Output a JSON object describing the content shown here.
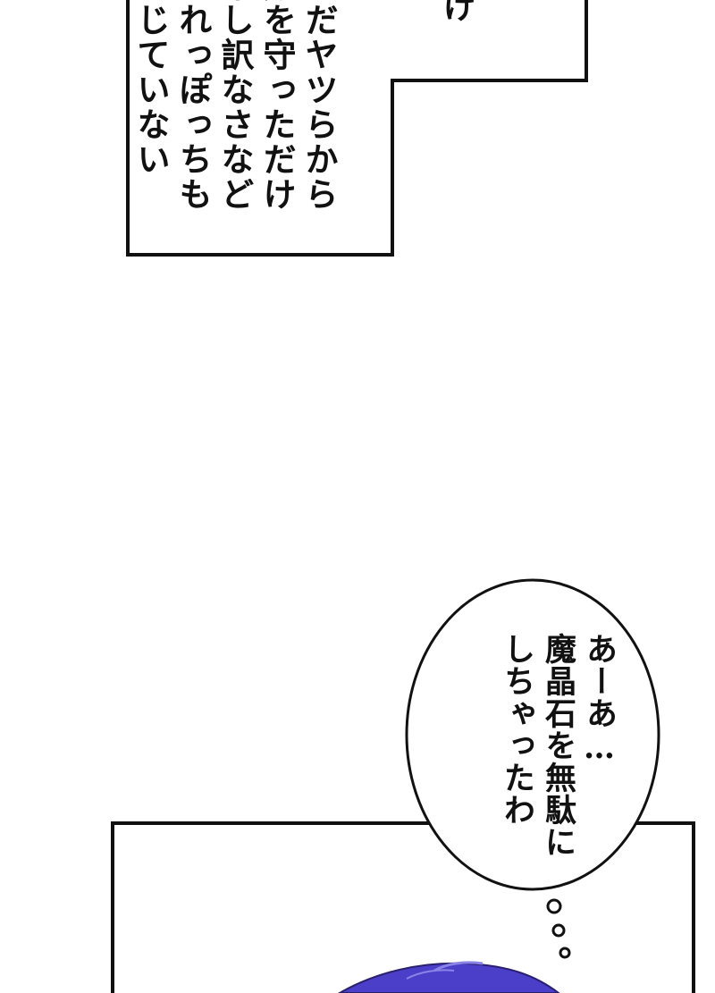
{
  "narration_box": {
    "lines": [
      "ただヤツらから",
      "身を守っただけ",
      "申し訳なさなど",
      "これっぽっちも",
      "感じていない"
    ],
    "cut_text": "け"
  },
  "speech_bubble": {
    "lines": [
      "あーあ…",
      "魔晶石を無駄に",
      "しちゃったわ"
    ]
  },
  "colors": {
    "ink": "#111111",
    "paper": "#ffffff",
    "hair": "#4b3fc9",
    "hair_highlight": "#8a84e8"
  }
}
